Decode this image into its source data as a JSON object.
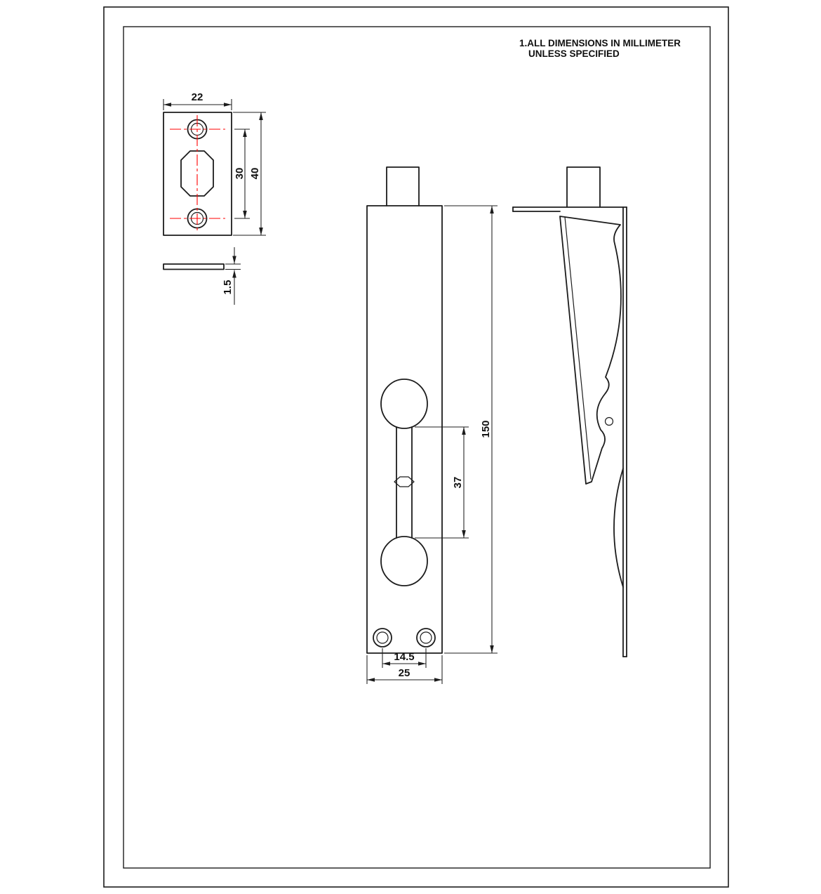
{
  "note": {
    "line1": "1.ALL DIMENSIONS IN MILLIMETER",
    "line2": "UNLESS SPECIFIED"
  },
  "dimensions": {
    "plate_width": "22",
    "plate_hole_spacing": "30",
    "plate_height": "40",
    "plate_thickness": "1.5",
    "bolt_height": "150",
    "bolt_slot_length": "37",
    "bolt_screw_spacing": "14.5",
    "bolt_width": "25"
  },
  "colors": {
    "line": "#1c1c1c",
    "centerline": "#ff0000",
    "paper": "#ffffff"
  }
}
